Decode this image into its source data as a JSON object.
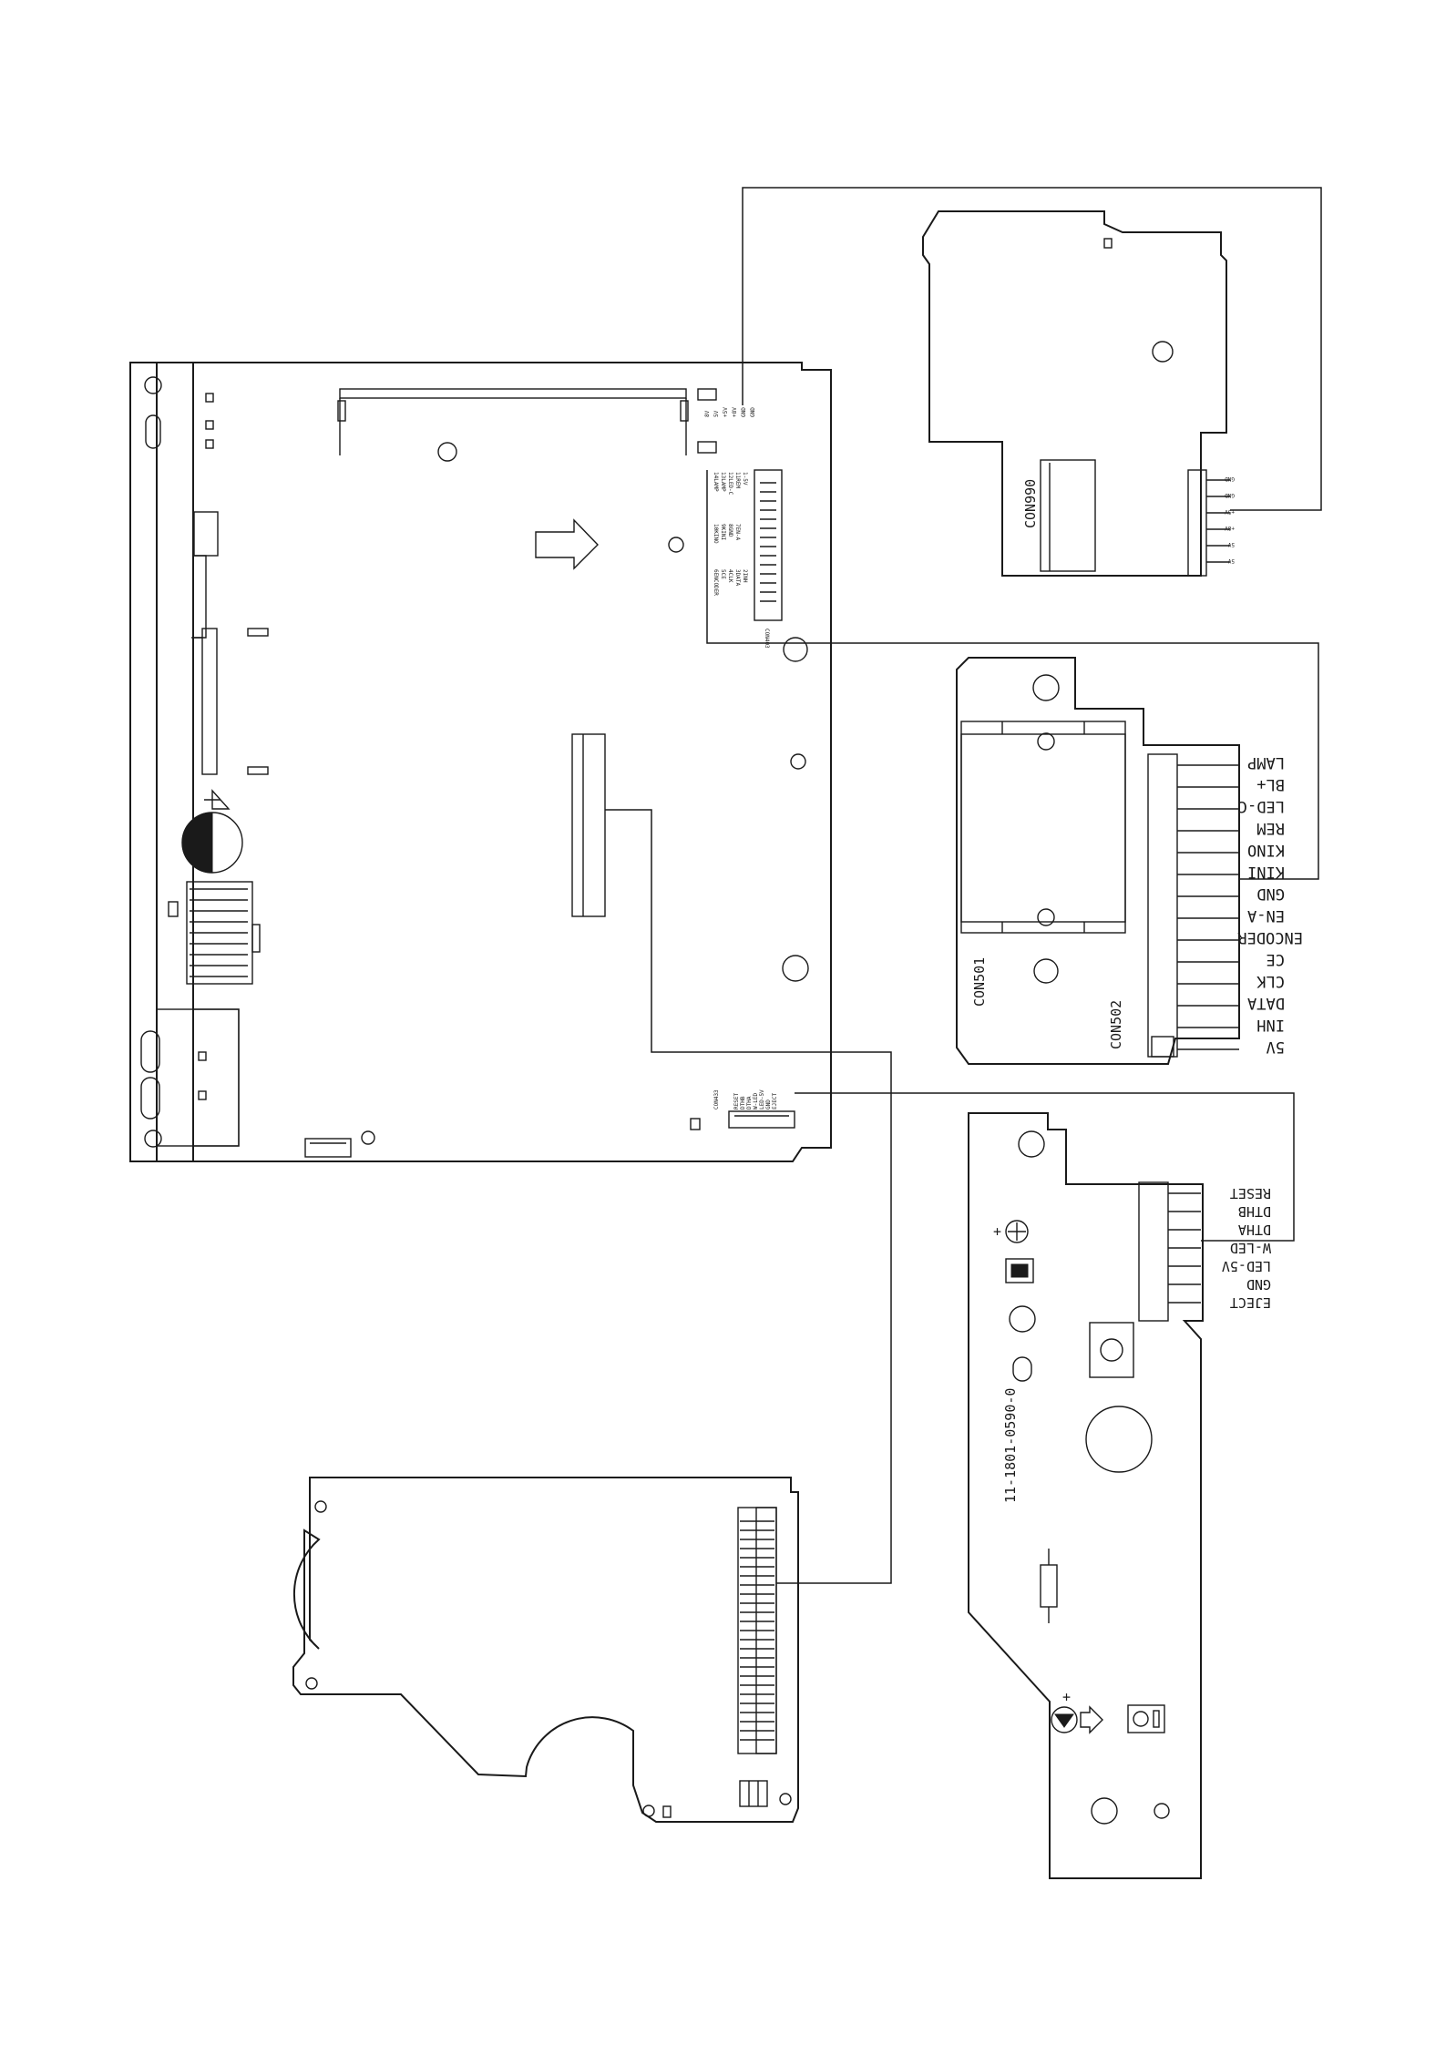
{
  "boards": {
    "disc_board": {
      "connector": "CON990",
      "pins": [
        "GND",
        "GND",
        "+5V",
        "+8V",
        "5V",
        "5V"
      ]
    },
    "front_board": {
      "connectors": [
        "CON501",
        "CON502"
      ],
      "pins": [
        "LAMP",
        "BL+",
        "LED-C",
        "REM",
        "KINO",
        "KINI",
        "GND",
        "EN-A",
        "ENCODER",
        "CE",
        "CLK",
        "DATA",
        "INH",
        "5V"
      ]
    },
    "eject_board": {
      "part_number": "11-1801-0590-0",
      "pins": [
        "RESET",
        "DTHB",
        "DTHA",
        "W-LED",
        "LED-5V",
        "GND",
        "EJECT"
      ],
      "plus_marks": [
        "+",
        "+"
      ]
    },
    "main_board": {
      "connectors": [
        "CON403",
        "CON433"
      ],
      "power_pins": [
        "8V",
        "5V",
        "+5V",
        "+8V",
        "GND",
        "GND"
      ],
      "front_pins": [
        "14LAMP",
        "13LAMP",
        "12LED-C",
        "11REM",
        "10KINO",
        "9KINI",
        "8GND",
        "7EN-A",
        "6ENCODER",
        "5CE",
        "4CLK",
        "3DATA",
        "2INH",
        "1-5V"
      ],
      "eject_pins": [
        "RESET",
        "DTHB",
        "DTHA",
        "W-LED",
        "LED-5V",
        "GND",
        "EJECT"
      ]
    }
  }
}
